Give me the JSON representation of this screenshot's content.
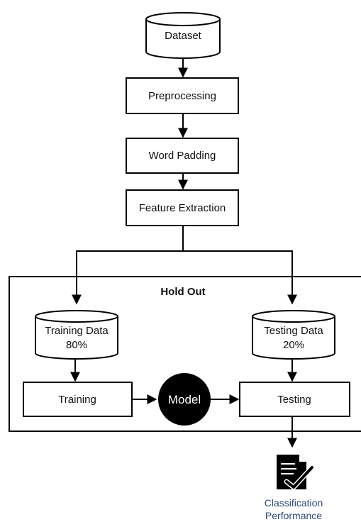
{
  "nodes": {
    "dataset": "Dataset",
    "preprocessing": "Preprocessing",
    "word_padding": "Word Padding",
    "feature_extraction": "Feature Extraction",
    "holdout_title": "Hold Out",
    "training_data": [
      "Training Data",
      "80%"
    ],
    "testing_data": [
      "Testing Data",
      "20%"
    ],
    "training": "Training",
    "model": "Model",
    "testing": "Testing",
    "result": [
      "Classification",
      "Performance"
    ]
  },
  "icons": {
    "result_icon": "document-check-icon"
  },
  "colors": {
    "stroke": "#000000",
    "model_fill": "#000000",
    "result_text": "#2e4a7a"
  }
}
